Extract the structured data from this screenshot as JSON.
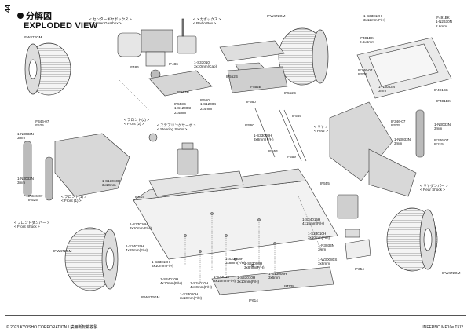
{
  "page": {
    "number": "44",
    "title_jp": "分解図",
    "title_en": "EXPLODED VIEW",
    "copyright": "© 2023 KYOSHO CORPORATION / 禁無断転載複製",
    "model": "INFERNO MP10e TKI2"
  },
  "labels": {
    "center_gearbox": "< センターギヤボックス >\n< Center Gearbox >",
    "radio_box": "< メカボックス >\n< Radio Box >",
    "steering_servo": "< ステアリングサーボ >\n< Steering Servo >",
    "front2": "< フロント(2) >\n< Front (2) >",
    "front1": "< フロント(1) >\n< Front (1) >",
    "front_shock": "< フロントダンパー >\n< Front Shock >",
    "rear": "< リヤ >\n< Rear >",
    "rear_shock": "< リヤダンパー >\n< Rear Shock >"
  },
  "parts": [
    "IFW472GM",
    "IFW472GM",
    "IFW472GM",
    "IFW472GM",
    "IFW472GM",
    "1-S33012H\n3x12mm(F/H)",
    "IF491BK\n1-N2630N\n2.6mm",
    "IF491BK\n2.6x8mm",
    "IF346-07\nIF525",
    "1-N3033N\n3mm",
    "1-S33010\n3x10mm(Cap)",
    "IF486",
    "IF486",
    "IF552B",
    "IF552B",
    "IF552B",
    "IF552B",
    "IF491BK",
    "IF491BK",
    "IF553B\n1-S12004H\n2x4mm",
    "IF560\n1-S12004\n2x4mm",
    "IF560",
    "IF560",
    "1-S33008H\n3x8mm(F/H)",
    "IF559",
    "IF554",
    "IF559",
    "IF346-07\nIF525",
    "1-N3033N\n3mm",
    "1-N3033N\n3mm",
    "IF346-07\nIF525",
    "1-N3033N\n3mm",
    "IF346-07\nIF215",
    "1-N3033N\n3mm",
    "1-S13010H\n3x10mm",
    "IF346-07\nIF525",
    "IF614",
    "IF555",
    "1-S34015H\n4x15mm(F/H)",
    "1-S33010H\n3x10mm(F/H)",
    "1-S33010H\n3x10mm(F/H)",
    "1-S34015H\n4x15mm(F/H)",
    "1-N3033N\n3mm",
    "1-W30080S\n3x8mm",
    "1-S33010H\n3x10mm(F/H)",
    "1-S34010H\n4x10mm(F/H)",
    "1-S34010H\n4x10mm(F/H)",
    "1-S33008H\n3x8mm(F/H)",
    "1-S33015\n3x15mm(F/H)",
    "1-S33010H\n3x10mm(F/H)",
    "1-S33008H\n3x8mm(F/H)",
    "1-S33010H\n3x10mm(F/H)",
    "1-S13005H\n3x5mm",
    "UM728",
    "IF354",
    "IF614"
  ]
}
